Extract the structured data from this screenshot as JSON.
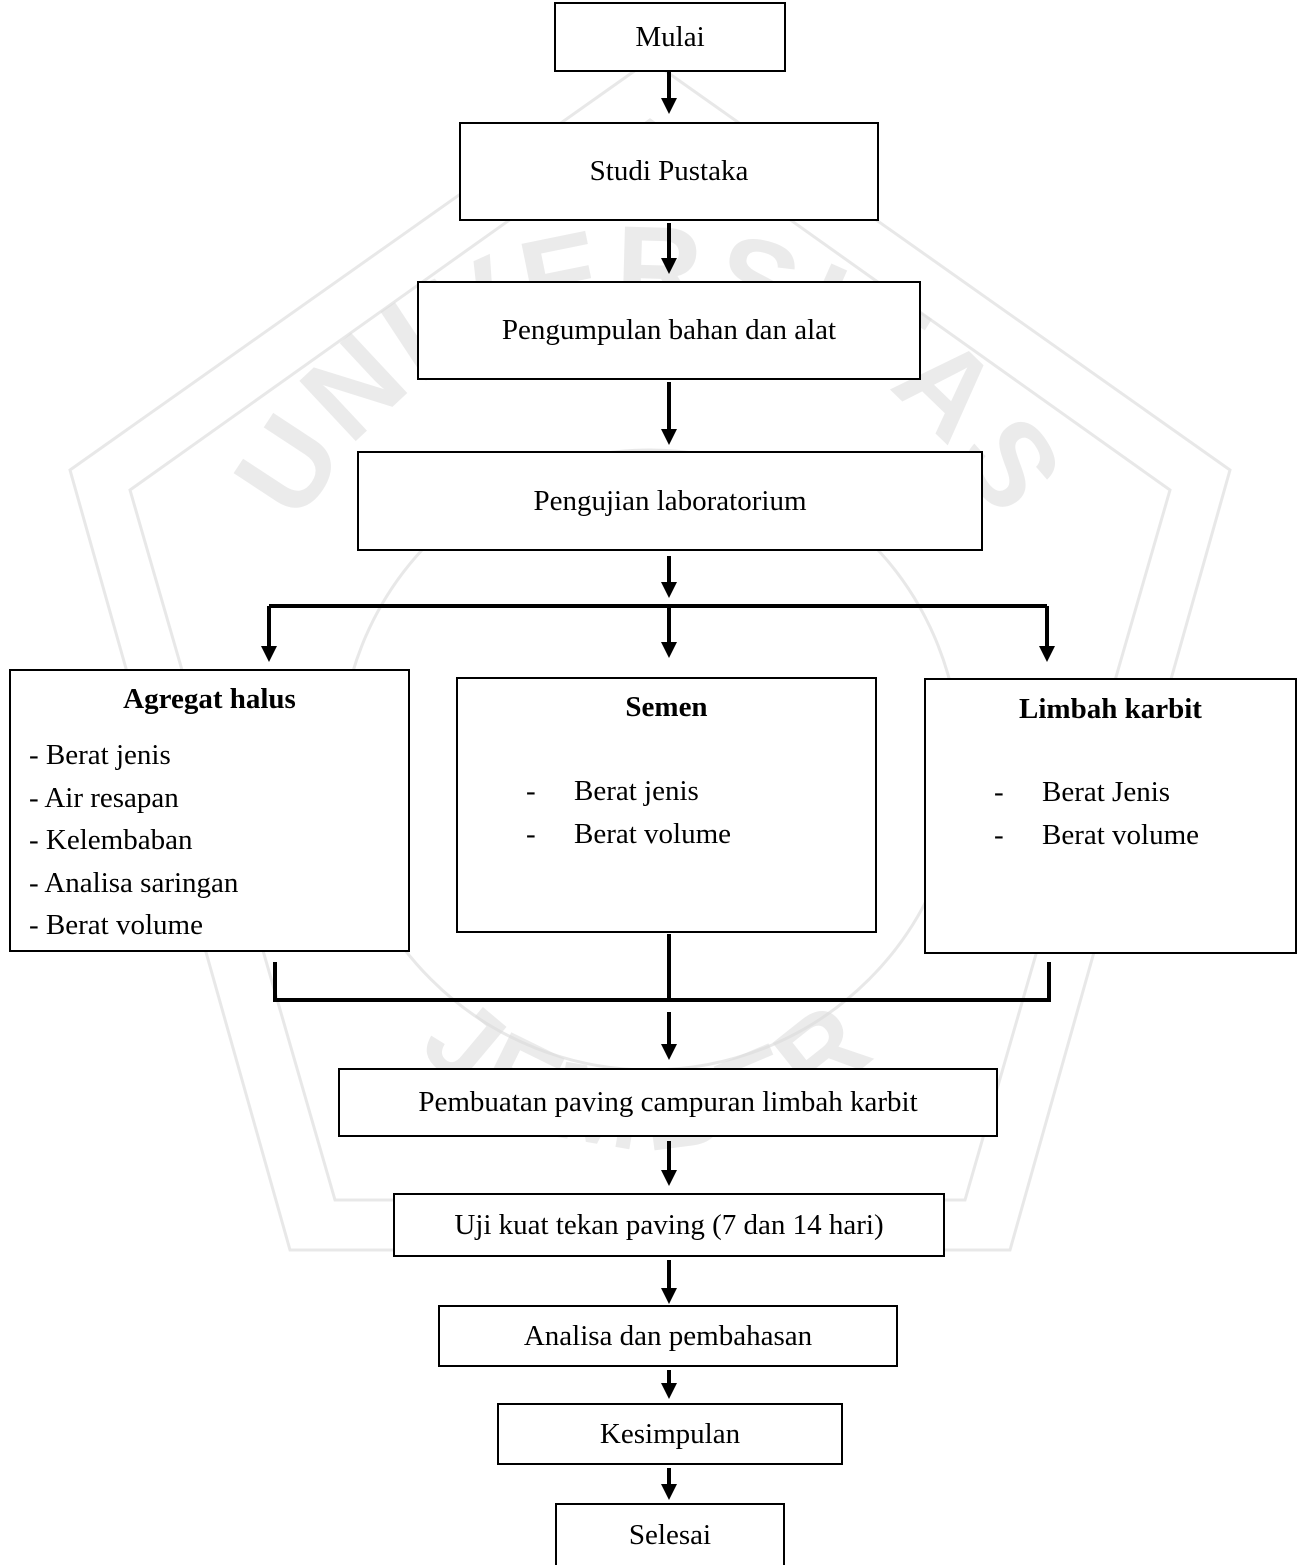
{
  "flow": {
    "start": "Mulai",
    "literature": "Studi Pustaka",
    "collect": "Pengumpulan bahan dan alat",
    "lab": "Pengujian laboratorium",
    "making": "Pembuatan paving campuran limbah karbit",
    "test": "Uji kuat tekan paving (7 dan 14 hari)",
    "analysis": "Analisa dan pembahasan",
    "conclusion": "Kesimpulan",
    "end": "Selesai"
  },
  "materials": {
    "aggregate": {
      "title": "Agregat halus",
      "items": [
        "Berat jenis",
        "Air resapan",
        "Kelembaban",
        "Analisa saringan",
        "Berat volume"
      ]
    },
    "cement": {
      "title": "Semen",
      "items": [
        "Berat jenis",
        "Berat volume"
      ]
    },
    "carbide": {
      "title": "Limbah karbit",
      "items": [
        "Berat Jenis",
        "Berat volume"
      ]
    }
  },
  "list_marker": "-",
  "watermark": {
    "top_text": "UNIVERSITAS",
    "bottom_text": "JEMBER",
    "color": "#c8c8c8"
  }
}
